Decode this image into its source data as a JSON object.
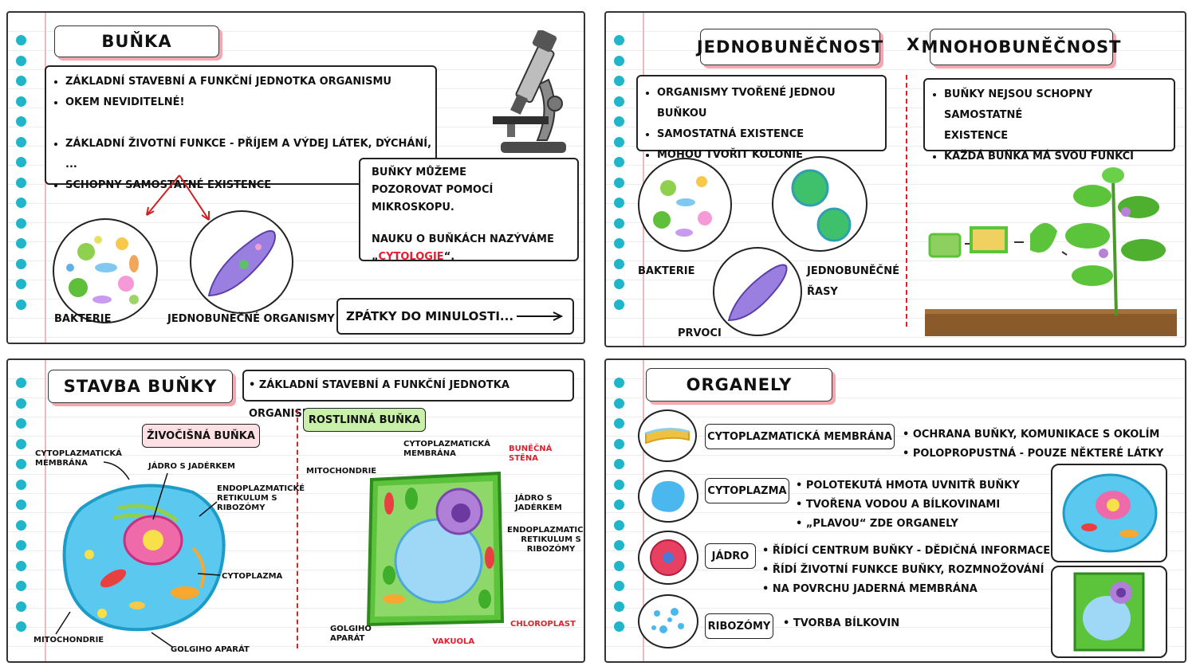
{
  "colors": {
    "hole": "#20b5c9",
    "tab_shadow": "#f3a7b0",
    "accent_red": "#e0202e",
    "plant_green": "#5cc43a"
  },
  "card1": {
    "title": "BUŇKA",
    "bullets": [
      "ZÁKLADNÍ STAVEBNÍ A FUNKČNÍ JEDNOTKA ORGANISMU",
      "OKEM NEVIDITELNÉ!"
    ],
    "bullets2": [
      "ZÁKLADNÍ ŽIVOTNÍ FUNKCE - PŘÍJEM A VÝDEJ LÁTEK, DÝCHÁNÍ, ...",
      "SCHOPNY SAMOSTATNÉ EXISTENCE"
    ],
    "note_line1": "BUŇKY MŮŽEME",
    "note_line2": "POZOROVAT POMOCÍ MIKROSKOPU.",
    "note_line3": "NAUKU O BUŇKÁCH NAZÝVÁME",
    "note_prefix": "„",
    "note_term": "CYTOLOGIE",
    "note_suffix": "“.",
    "label_bacteria": "BAKTERIE",
    "label_unicellular": "JEDNOBUNĚČNÉ ORGANISMY",
    "back_button": "ZPÁTKY DO MINULOSTI...",
    "icons": [
      "microscope-icon",
      "bacteria-icon",
      "protozoa-icon"
    ]
  },
  "card2": {
    "title_left": "JEDNOBUNĚČNOST",
    "title_x": "X",
    "title_right": "MNOHOBUNĚČNOST",
    "left_bullets": [
      "ORGANISMY TVOŘENÉ JEDNOU BUŇKOU",
      "SAMOSTATNÁ EXISTENCE",
      "MOHOU TVOŘIT KOLONIE"
    ],
    "right_bullet1_line1": "BUŇKY NEJSOU SCHOPNY SAMOSTATNÉ",
    "right_bullet1_line2": "EXISTENCE",
    "right_bullet2": "KAŽDÁ BUŇKA MÁ SVOU FUNKCI",
    "label_bacteria": "BAKTERIE",
    "label_algae_line1": "JEDNOBUNĚČNÉ",
    "label_algae_line2": "ŘASY",
    "label_protozoa": "PRVOCI",
    "icons": [
      "bacteria-icon",
      "algae-icon",
      "protozoa-icon",
      "plant-icon"
    ]
  },
  "card3": {
    "title": "STAVBA BUŇKY",
    "subtitle": "ZÁKLADNÍ STAVEBNÍ A FUNKČNÍ JEDNOTKA ORGANISMU",
    "animal_tag": "ŽIVOČIŠNÁ BUŇKA",
    "plant_tag": "ROSTLINNÁ BUŇKA",
    "animal_labels": {
      "membrane_l1": "CYTOPLAZMATICKÁ",
      "membrane_l2": "MEMBRÁNA",
      "nucleus": "JÁDRO S JADÉRKEM",
      "er_l1": "ENDOPLAZMATICKÉ",
      "er_l2": "RETIKULUM S",
      "er_l3": "RIBOZÓMY",
      "cytoplasm": "CYTOPLAZMA",
      "mito": "MITOCHONDRIE",
      "golgi": "GOLGIHO APARÁT"
    },
    "plant_labels": {
      "membrane_l1": "CYTOPLAZMATICKÁ",
      "membrane_l2": "MEMBRÁNA",
      "wall_l1": "BUNĚČNÁ",
      "wall_l2": "STĚNA",
      "mito": "MITOCHONDRIE",
      "nucleus_l1": "JÁDRO S",
      "nucleus_l2": "JADÉRKEM",
      "er_l1": "ENDOPLAZMATICKÉ",
      "er_l2": "RETIKULUM S",
      "er_l3": "RIBOZÓMY",
      "golgi_l1": "GOLGIHO",
      "golgi_l2": "APARÁT",
      "vacuole": "VAKUOLA",
      "chloroplast": "CHLOROPLAST"
    }
  },
  "card4": {
    "title": "ORGANELY",
    "rows": [
      {
        "name": "CYTOPLAZMATICKÁ MEMBRÁNA",
        "points": [
          "OCHRANA BUŇKY, KOMUNIKACE S OKOLÍM",
          "POLOPROPUSTNÁ - POUZE NĚKTERÉ LÁTKY"
        ]
      },
      {
        "name": "CYTOPLAZMA",
        "points": [
          "POLOTEKUTÁ HMOTA UVNITŘ BUŇKY",
          "TVOŘENA VODOU A BÍLKOVINAMI",
          "„PLAVOU“ ZDE ORGANELY"
        ]
      },
      {
        "name": "JÁDRO",
        "points": [
          "ŘÍDÍCÍ CENTRUM BUŇKY - DĚDIČNÁ INFORMACE",
          "ŘÍDÍ ŽIVOTNÍ FUNKCE BUŇKY, ROZMNOŽOVÁNÍ",
          "NA POVRCHU JADERNÁ MEMBRÁNA"
        ]
      },
      {
        "name": "RIBOZÓMY",
        "points": [
          "TVORBA BÍLKOVIN"
        ]
      }
    ],
    "icons": [
      "membrane-icon",
      "cytoplasm-icon",
      "nucleus-icon",
      "ribosome-icon",
      "animal-cell-icon",
      "plant-cell-icon"
    ]
  }
}
